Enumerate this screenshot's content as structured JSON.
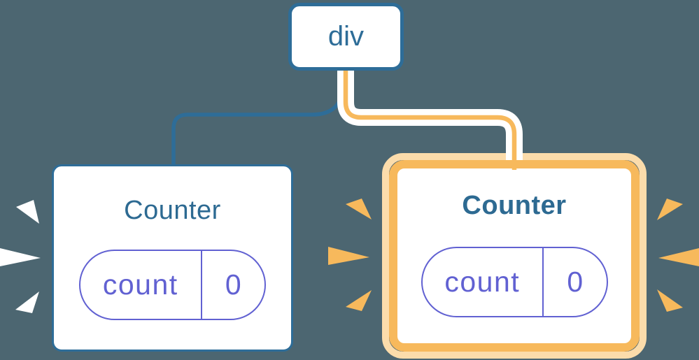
{
  "root": {
    "label": "div"
  },
  "left_counter": {
    "title": "Counter",
    "state_key": "count",
    "state_value": "0",
    "highlighted": false
  },
  "right_counter": {
    "title": "Counter",
    "state_key": "count",
    "state_value": "0",
    "highlighted": true
  },
  "colors": {
    "bg": "#4c6671",
    "blue": "#2e6d98",
    "title": "#2d6a92",
    "indigo": "#6161d2",
    "orange": "#f7b95c",
    "orange_light": "#fbdcab",
    "white": "#ffffff"
  }
}
